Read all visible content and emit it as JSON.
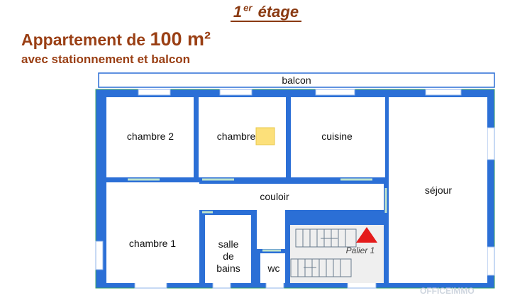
{
  "header": {
    "floor_number": "1",
    "floor_suffix": "er",
    "floor_word": "étage",
    "title_prefix": "Appartement de",
    "title_area": "100 m²",
    "subtitle": "avec stationnement et balcon"
  },
  "rooms": {
    "balcon": "balcon",
    "chambre_2": "chambre 2",
    "chambre": "chambre",
    "cuisine": "cuisine",
    "couloir": "couloir",
    "sejour": "séjour",
    "chambre_1": "chambre 1",
    "salle_line1": "salle",
    "salle_line2": "de",
    "salle_line3": "bains",
    "wc": "wc",
    "palier": "Palier 1"
  },
  "markers": {
    "location_triangle": "red-triangle",
    "note_square": "yellow-square"
  },
  "watermark": "OFFICEIMMO",
  "colors": {
    "heading": "#9a3f14",
    "wall": "#2b6fd6",
    "wall_edge": "#3aa06a",
    "marker_red": "#e41b1b",
    "marker_yellow": "#fce07a"
  }
}
